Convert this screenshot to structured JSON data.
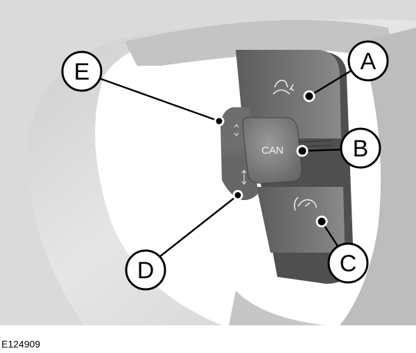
{
  "figure_id": "E124909",
  "button_text": "CAN",
  "callouts": [
    {
      "label": "A",
      "target": "cruise-set-button"
    },
    {
      "label": "B",
      "target": "cancel-button"
    },
    {
      "label": "C",
      "target": "cruise-resume-button"
    },
    {
      "label": "D",
      "target": "decrease-button"
    },
    {
      "label": "E",
      "target": "increase-button"
    }
  ],
  "colors": {
    "wheel": "#d4d4d4",
    "button": "#6e6e6e",
    "callout_fill": "#ffffff",
    "line": "#000000"
  }
}
